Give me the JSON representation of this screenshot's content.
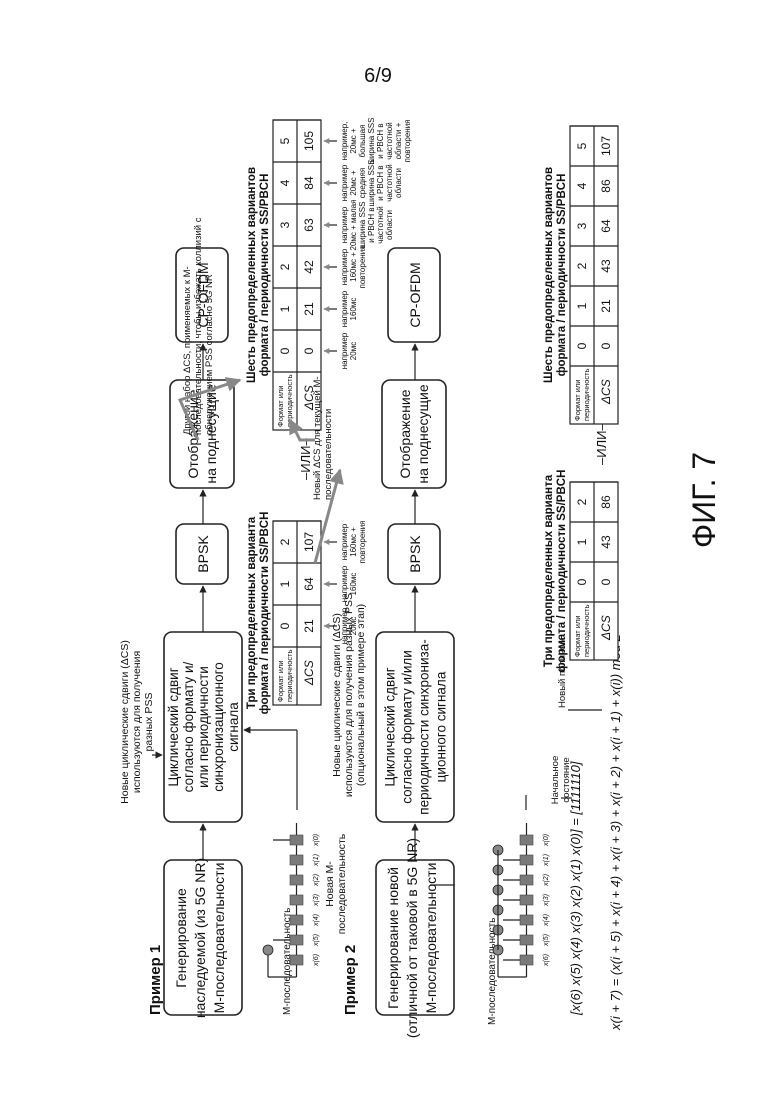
{
  "page_number": "6/9",
  "figure_caption": "ФИГ. 7",
  "example1": {
    "title": "Пример 1",
    "gen_lines": [
      "Генерирование",
      "наследуемой (из 5G NR)",
      "М-последовательности"
    ],
    "cyc_lines": [
      "Циклический сдвиг",
      "согласно формату и/",
      "или периодичности",
      "синхронизационного",
      "сигнала"
    ],
    "note_lines": [
      "Новые циклические сдвиги (ΔCS)",
      "используются для получения",
      "разных PSS"
    ],
    "bpsk": "BPSK",
    "map_lines": [
      "Отображение",
      "на поднесущие"
    ],
    "cpofdm": "CP-OFDM",
    "mseq_label": "М-последовательность",
    "reg_labels": [
      "x(6)",
      "x(5)",
      "x(4)",
      "x(3)",
      "x(2)",
      "x(1)",
      "x(0)"
    ]
  },
  "example2": {
    "title": "Пример 2",
    "gen_lines": [
      "Генерирование новой",
      "(отличной от таковой в 5G NR)",
      "М-последовательности"
    ],
    "new_mseq_lines": [
      "Новая М-",
      "последовательность"
    ],
    "cyc_lines": [
      "Циклический сдвиг",
      "согласно формату и/или",
      "периодичности синхрониза-",
      "ционного сигнала"
    ],
    "note_lines": [
      "Новые циклические сдвиги (ΔCS)",
      "используются для получения разных PSS",
      "(опциональный в этом примере этап)"
    ],
    "bpsk": "BPSK",
    "map_lines": [
      "Отображение",
      "на поднесущие"
    ],
    "cpofdm": "CP-OFDM",
    "mseq_label": "М-последовательность",
    "reg_labels": [
      "x(6)",
      "x(5)",
      "x(4)",
      "x(3)",
      "x(2)",
      "x(1)",
      "x(0)"
    ],
    "init_eq": "[x(6) x(5) x(4) x(3) x(2) x(1) x(0)] = [1111110]",
    "init_label_lines": [
      "Начальное",
      "состояние"
    ],
    "poly_label": "Новый полином",
    "poly_eq": "x(i + 7) = (x(i + 5) + x(i + 4) + x(i + 3) + x(i + 2) + x(i + 1) + x(i)) mod 2"
  },
  "or_label": "–ИЛИ–",
  "row_header_format_lines": [
    "Формат или",
    "периодичность"
  ],
  "row_header_delta": "ΔCS",
  "table1": {
    "title_lines": [
      "Три предопределенных варианта",
      "формата / периодичности SS/PBCH"
    ],
    "formats": [
      "0",
      "1",
      "2"
    ],
    "deltas": [
      "21",
      "64",
      "107"
    ],
    "notes": [
      [
        "например",
        "20мс"
      ],
      [
        "например",
        "160мс"
      ],
      [
        "например",
        "160мс +",
        "повторения"
      ]
    ]
  },
  "table2": {
    "title_lines": [
      "Шесть предопределенных вариантов",
      "формата / периодичности SS/PBCH"
    ],
    "formats": [
      "0",
      "1",
      "2",
      "3",
      "4",
      "5"
    ],
    "deltas": [
      "0",
      "21",
      "42",
      "63",
      "84",
      "105"
    ],
    "notes": [
      [
        "например",
        "20мс"
      ],
      [
        "например",
        "160мс"
      ],
      [
        "например",
        "160мс +",
        "повторения"
      ],
      [
        "например",
        "20мс + малая",
        "ширина SSS",
        "и PBCH в",
        "частотной",
        "области"
      ],
      [
        "например",
        "20мс +",
        "средняя",
        "ширина SSS",
        "и PBCH в",
        "частотной",
        "области"
      ],
      [
        "например,",
        "20мс +",
        "большая",
        "ширина SSS",
        "и PBCH в",
        "частотной",
        "области +",
        "повторения"
      ]
    ]
  },
  "table3": {
    "title_lines": [
      "Три предопределенных варианта",
      "формата / периодичности SS/PBCH"
    ],
    "formats": [
      "0",
      "1",
      "2"
    ],
    "deltas": [
      "0",
      "43",
      "86"
    ]
  },
  "table4": {
    "title_lines": [
      "Шесть предопределенных вариантов",
      "формата / периодичности SS/PBCH"
    ],
    "formats": [
      "0",
      "1",
      "2",
      "3",
      "4",
      "5"
    ],
    "deltas": [
      "0",
      "21",
      "43",
      "64",
      "86",
      "107"
    ]
  },
  "annotations": {
    "new_delta_lines": [
      "Новый ΔCS для текущей М-",
      "последовательности"
    ],
    "other_set_lines": [
      "Другой набор ΔCS, применяемых к М-",
      "последовательности, чтобы избежать коллизий с",
      "обнаружением PSS согласно 5G NR"
    ]
  }
}
